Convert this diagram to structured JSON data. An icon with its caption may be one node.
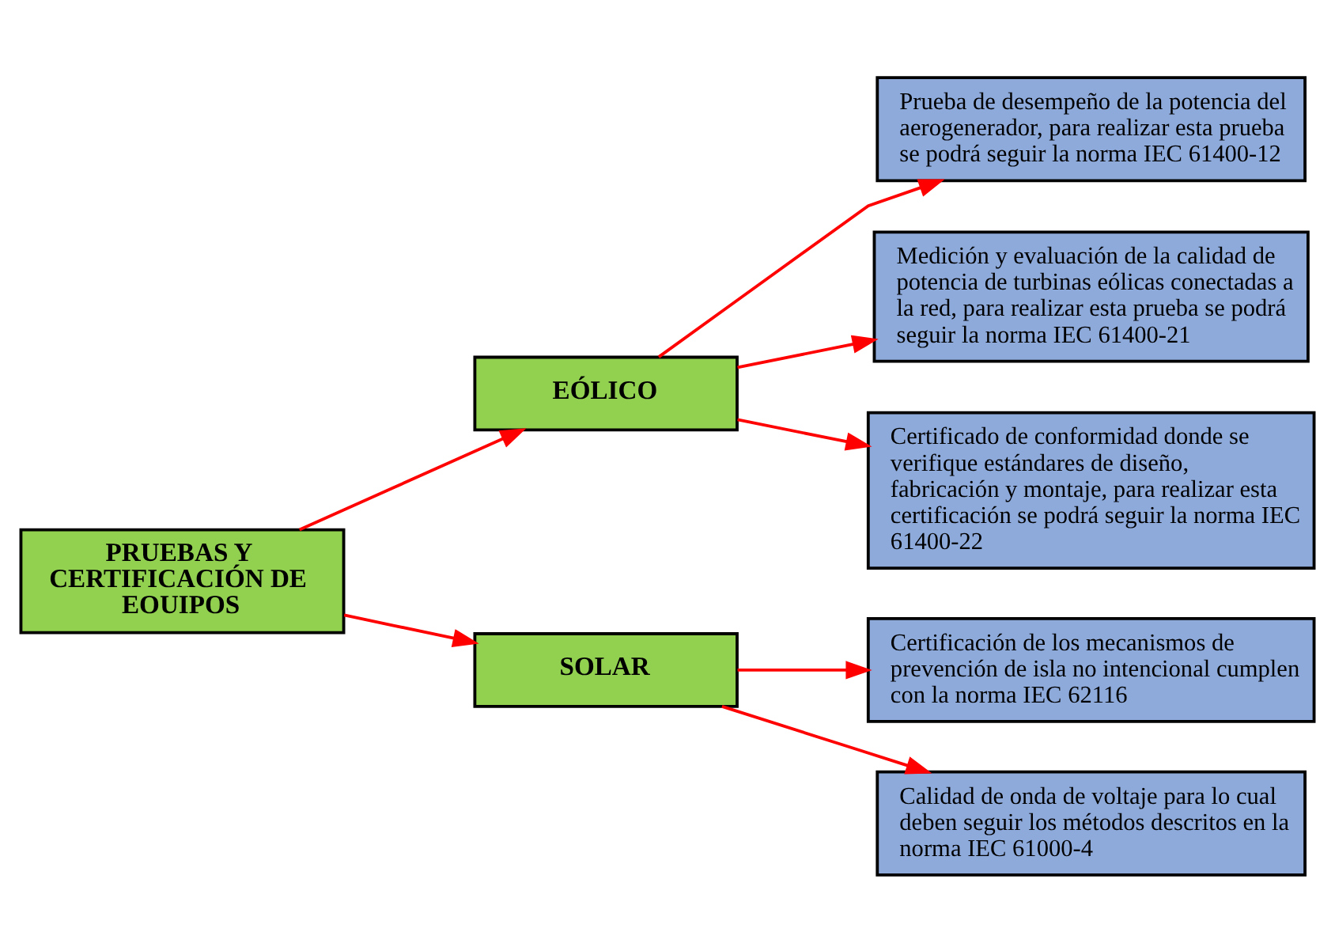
{
  "diagram": {
    "nodes": [
      {
        "text": [
          "PRUEBAS Y CERTIFICACIÓN DE EOUIPOS"
        ]
      },
      {
        "text": [
          "EÓLICO"
        ]
      },
      {
        "text": [
          "Prueba de desempeño de la potencia del aerogenerador, para realizar esta prueba se podrá seguir la norma IEC 61400-12"
        ]
      },
      {
        "text": [
          "Medición y evaluación de la calidad de potencia de turbinas eólicas conectadas a la red, para realizar esta prueba se podrá seguir la norma IEC 61400-21"
        ]
      },
      {
        "text": [
          "Certificado de conformidad donde se verifique estándares de diseño, fabricación y montaje, para realizar esta certificación se podrá seguir la norma IEC 61400-22"
        ]
      },
      {
        "text": [
          "SOLAR"
        ]
      },
      {
        "text": [
          "Certificación de los mecanismos de prevención de isla no intencional cumplen con la norma IEC 62116"
        ]
      },
      {
        "text": [
          "Calidad de onda de voltaje para lo cual deben seguir los métodos descritos en la norma IEC 61000-4"
        ]
      }
    ],
    "edges": [
      {
        "from": 0,
        "to": 1,
        "arrow": "to"
      },
      {
        "from": 0,
        "to": 5,
        "arrow": "to"
      },
      {
        "from": 1,
        "to": 2,
        "arrow": "to"
      },
      {
        "from": 1,
        "to": 3,
        "arrow": "to"
      },
      {
        "from": 1,
        "to": 4,
        "arrow": "to"
      },
      {
        "from": 5,
        "to": 6,
        "arrow": "to"
      },
      {
        "from": 5,
        "to": 7,
        "arrow": "to"
      }
    ]
  }
}
